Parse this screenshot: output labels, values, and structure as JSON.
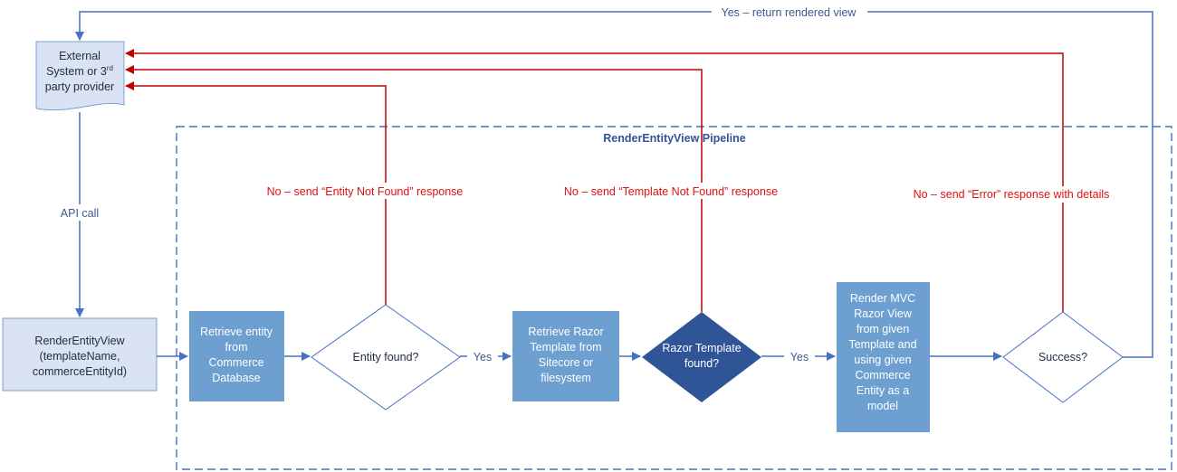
{
  "pipeline": {
    "title": "RenderEntityView Pipeline"
  },
  "nodes": {
    "external": {
      "line1": "External",
      "line2": "System or 3",
      "sup": "rd",
      "line3": "party provider"
    },
    "render_entity_view": {
      "line1": "RenderEntityView",
      "line2": "(templateName,",
      "line3": "commerceEntityId)"
    },
    "retrieve_entity": {
      "line1": "Retrieve entity",
      "line2": "from",
      "line3": "Commerce",
      "line4": "Database"
    },
    "entity_found": {
      "label": "Entity found?"
    },
    "retrieve_template": {
      "line1": "Retrieve Razor",
      "line2": "Template from",
      "line3": "Sitecore or",
      "line4": "filesystem"
    },
    "template_found": {
      "line1": "Razor Template",
      "line2": "found?"
    },
    "render_mvc": {
      "line1": "Render MVC",
      "line2": "Razor View",
      "line3": "from given",
      "line4": "Template and",
      "line5": "using given",
      "line6": "Commerce",
      "line7": "Entity as a",
      "line8": "model"
    },
    "success": {
      "label": "Success?"
    }
  },
  "edges": {
    "api_call": "API call",
    "yes_1": "Yes",
    "yes_2": "Yes",
    "entity_not_found": "No – send “Entity Not Found” response",
    "template_not_found": "No – send “Template Not Found” response",
    "error": "No – send “Error” response with details",
    "return_view": "Yes – return rendered view"
  },
  "colors": {
    "blue_line": "#4472c4",
    "red_line": "#c00000",
    "box_fill": "#6e9fd1",
    "dark_diamond": "#2f5597",
    "doc_fill": "#dae3f3"
  }
}
